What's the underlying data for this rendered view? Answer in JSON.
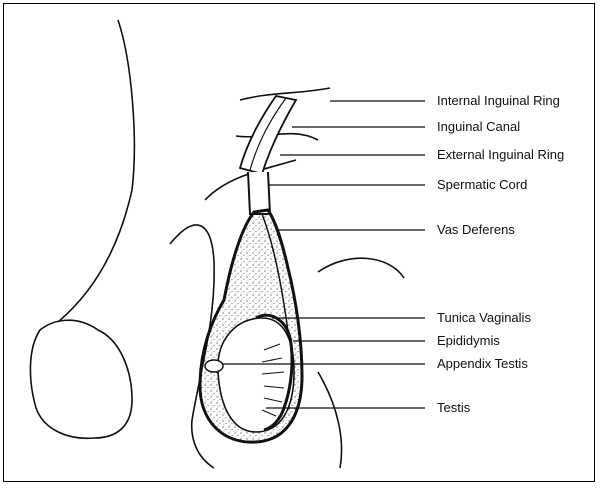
{
  "labels": [
    {
      "key": "internal_ring",
      "text": "Internal Inguinal Ring"
    },
    {
      "key": "canal",
      "text": "Inguinal Canal"
    },
    {
      "key": "external_ring",
      "text": "External Inguinal Ring"
    },
    {
      "key": "cord",
      "text": "Spermatic Cord"
    },
    {
      "key": "vas",
      "text": "Vas Deferens"
    },
    {
      "key": "tunica",
      "text": "Tunica Vaginalis"
    },
    {
      "key": "epididymis",
      "text": "Epididymis"
    },
    {
      "key": "appendix",
      "text": "Appendix Testis"
    },
    {
      "key": "testis",
      "text": "Testis"
    }
  ],
  "colors": {
    "ink": "#111111",
    "background": "#ffffff"
  }
}
